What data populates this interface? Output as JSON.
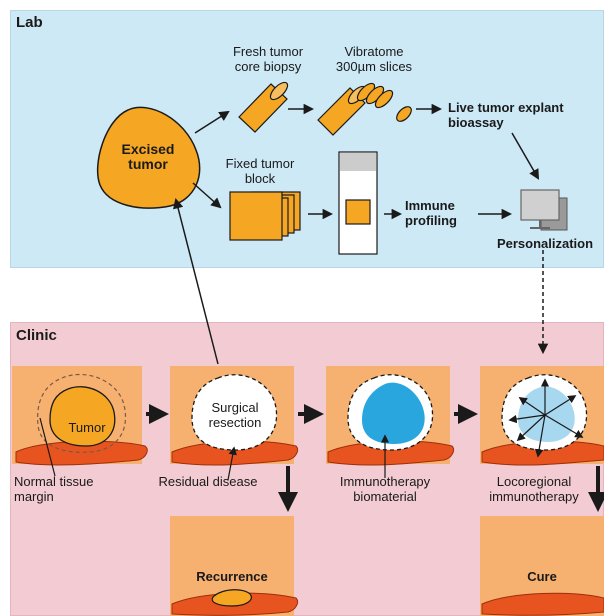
{
  "lab": {
    "title": "Lab",
    "excised_tumor": "Excised\ntumor",
    "fresh_biopsy": "Fresh tumor\ncore biopsy",
    "vibratome": "Vibratome\n300µm slices",
    "live_explant": "Live tumor explant\nbioassay",
    "fixed_block": "Fixed tumor\nblock",
    "immune_profiling": "Immune\nprofiling",
    "personalization": "Personalization"
  },
  "clinic": {
    "title": "Clinic",
    "tumor": "Tumor",
    "normal_margin": "Normal tissue\nmargin",
    "surgical_resection": "Surgical\nresection",
    "residual_disease": "Residual disease",
    "immunotherapy_biomaterial": "Immunotherapy\nbiomaterial",
    "locoregional": "Locoregional\nimmunotherapy",
    "recurrence": "Recurrence",
    "cure": "Cure"
  },
  "colors": {
    "lab_bg": "#cde9f6",
    "clinic_bg": "#f2ccd2",
    "tissue": "#f6b06f",
    "tumor": "#f5a623",
    "vessel": "#e8541f",
    "biomaterial": "#2aa6df",
    "biomaterial_light": "#a8d8f0"
  }
}
